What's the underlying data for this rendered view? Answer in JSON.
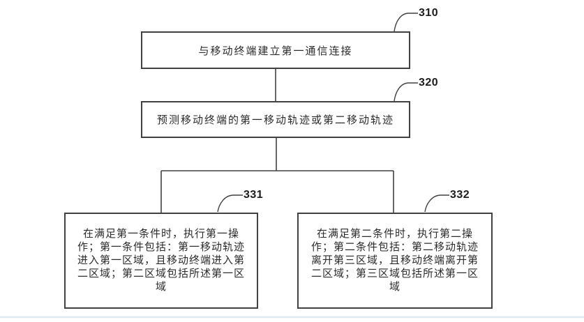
{
  "diagram": {
    "kind": "patent-flowchart",
    "background_color": "#ffffff",
    "line_color": "#414141",
    "text_color": "#2b2b2b",
    "divider_color": "#dde9f2",
    "boxes": {
      "b310": {
        "number": "310",
        "text": "与移动终端建立第一通信连接"
      },
      "b320": {
        "number": "320",
        "text": "预测移动终端的第一移动轨迹或第二移动轨迹"
      },
      "b331": {
        "number": "331",
        "text": "在满足第一条件时，执行第一操作；第一条件包括：第一移动轨迹进入第一区域，且移动终端进入第二区域；第二区域包括所述第一区域"
      },
      "b332": {
        "number": "332",
        "text": "在满足第二条件时，执行第二操作；第二条件包括：第二移动轨迹离开第三区域，且移动终端离开第二区域；第三区域包括所述第一区域"
      }
    },
    "connections": [
      "310 -> 320",
      "320 -> 331",
      "320 -> 332"
    ]
  }
}
